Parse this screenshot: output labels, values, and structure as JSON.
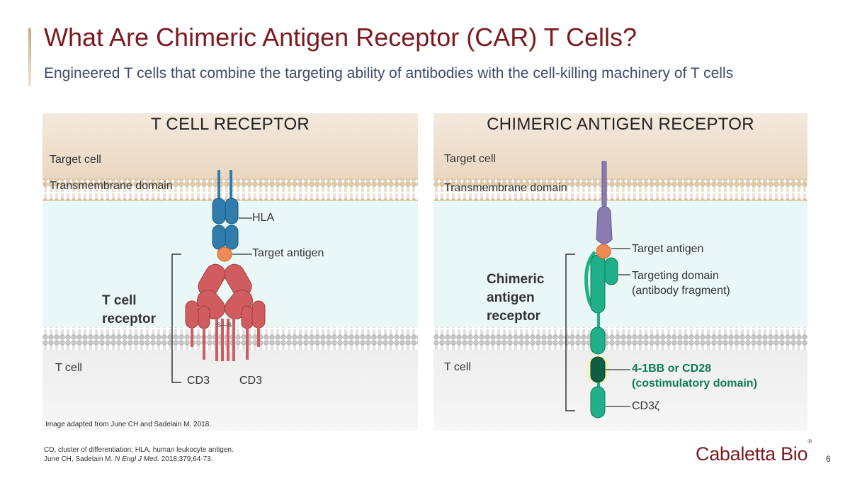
{
  "title": "What Are Chimeric Antigen Receptor (CAR) T Cells?",
  "subtitle": "Engineered T cells that combine the targeting ability of antibodies with the cell-killing machinery of T cells",
  "left_panel": {
    "heading": "T CELL RECEPTOR",
    "target_cell": "Target cell",
    "transmembrane": "Transmembrane domain",
    "hla": "HLA",
    "target_antigen": "Target antigen",
    "receptor_line1": "T cell",
    "receptor_line2": "receptor",
    "t_cell": "T cell",
    "cd3_a": "CD3",
    "cd3_b": "CD3",
    "disulfide": "S—S",
    "credit": "Image adapted from June CH and Sadelain M. 2018."
  },
  "right_panel": {
    "heading": "CHIMERIC ANTIGEN RECEPTOR",
    "target_cell": "Target cell",
    "transmembrane": "Transmembrane domain",
    "target_antigen": "Target antigen",
    "targeting_line1": "Targeting domain",
    "targeting_line2": "(antibody fragment)",
    "car_line1": "Chimeric",
    "car_line2": "antigen",
    "car_line3": "receptor",
    "t_cell": "T cell",
    "costim_line1": "4-1BB or CD28",
    "costim_line2": "(costimulatory domain)",
    "cd3z": "CD3ζ"
  },
  "footnotes": {
    "line1": "CD, cluster of differentiation; HLA, human leukocyte antigen.",
    "line2_prefix": "June CH, Sadelain M. ",
    "line2_journal": "N Engl J Med.",
    "line2_suffix": " 2018;379;64-73."
  },
  "logo": {
    "name": "Cabaletta Bio",
    "mark": "®"
  },
  "page_number": "6",
  "colors": {
    "title": "#7a1a1f",
    "subtitle": "#3d4b6b",
    "target_cell_bg": "#f1e4d5",
    "cytoplasm_bg": "#e9f7f6",
    "t_cell_bg": "#e6e6e6",
    "hla_blue": "#2f7cad",
    "antigen_orange": "#ef8a55",
    "tcr_red": "#d05c5f",
    "car_green": "#1fb089",
    "car_purple": "#8b7bb3",
    "costim_dark_green": "#0e5e44",
    "costim_text": "#0e7a56"
  }
}
